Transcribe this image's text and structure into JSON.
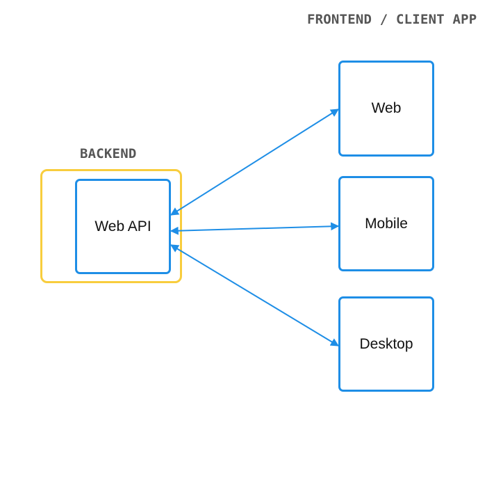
{
  "labels": {
    "frontend": "FRONTEND / CLIENT APP",
    "backend": "BACKEND"
  },
  "nodes": {
    "web_api": "Web API",
    "web": "Web",
    "mobile": "Mobile",
    "desktop": "Desktop"
  },
  "colors": {
    "connector": "#1e8ee6",
    "backend_frame": "#f8cd3d",
    "node_border": "#1e8ee6"
  }
}
